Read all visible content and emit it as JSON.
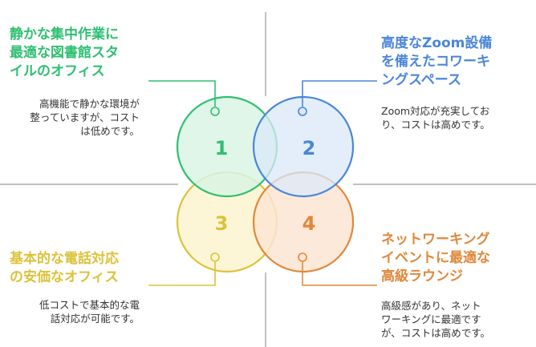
{
  "colors": {
    "q1": "#2fbf71",
    "q1_fill": "#d9f5e4",
    "q2": "#4a86d9",
    "q2_fill": "#dbe8fa",
    "q3": "#dcc23a",
    "q3_fill": "#fcf5cf",
    "q4": "#e0883a",
    "q4_fill": "#fde5d2",
    "axis": "#9a9a9a",
    "desc_text": "#333333"
  },
  "quadrants": {
    "q1": {
      "number": "1",
      "title_lines": [
        "静かな集中作業に",
        "最適な図書館スタ",
        "イルのオフィス"
      ],
      "desc_lines": [
        "高機能で静かな環境が",
        "整っていますが、コスト",
        "は低めです。"
      ]
    },
    "q2": {
      "number": "2",
      "title_lines": [
        "高度なZoom設備",
        "を備えたコワーキ",
        "ングスペース"
      ],
      "desc_lines": [
        "Zoom対応が充実してお",
        "り、コストは高めです。"
      ]
    },
    "q3": {
      "number": "3",
      "title_lines": [
        "基本的な電話対応",
        "の安価なオフィス"
      ],
      "desc_lines": [
        "低コストで基本的な電",
        "話対応が可能です。"
      ]
    },
    "q4": {
      "number": "4",
      "title_lines": [
        "ネットワーキング",
        "イベントに最適な",
        "高級ラウンジ"
      ],
      "desc_lines": [
        "高級感があり、ネット",
        "ワーキングに最適です",
        "が、コストは高めです。"
      ]
    }
  }
}
